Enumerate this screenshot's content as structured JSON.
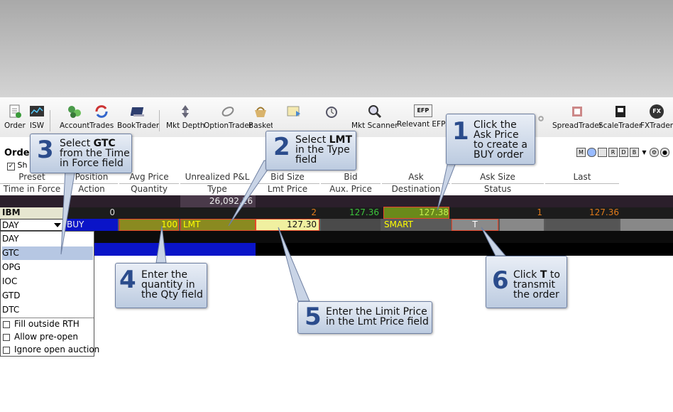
{
  "toolbar": {
    "items": [
      {
        "label": "Order",
        "icon": "order-icon"
      },
      {
        "label": "ISW",
        "icon": "isw-icon"
      },
      {
        "label": "Account",
        "icon": "account-icon"
      },
      {
        "label": "Trades",
        "icon": "trades-icon"
      },
      {
        "label": "BookTrader",
        "icon": "booktrader-icon"
      },
      {
        "label": "Mkt Depth",
        "icon": "mkt-depth-icon"
      },
      {
        "label": "OptionTrader",
        "icon": "optiontrader-icon"
      },
      {
        "label": "Basket",
        "icon": "basket-icon"
      },
      {
        "label": "Mkt Scanner",
        "icon": "mkt-scanner-icon"
      },
      {
        "label": "Relevant EFPs",
        "icon": "efp-icon"
      },
      {
        "label": "SpreadTrader",
        "icon": "spreadtrader-icon"
      },
      {
        "label": "ScaleTrader",
        "icon": "scaletrader-icon"
      },
      {
        "label": "FXTrader",
        "icon": "fxtrader-icon"
      }
    ],
    "efp_badge": "EFP",
    "fx_badge": "FX"
  },
  "window": {
    "title": "Orde",
    "show_label": "Sh",
    "buttons": [
      "M",
      "R",
      "D",
      "B"
    ]
  },
  "headers": {
    "row1": [
      "Preset",
      "Position",
      "Avg Price",
      "Unrealized P&L",
      "Bid Size",
      "Bid",
      "Ask",
      "Ask Size",
      "Last"
    ],
    "row2": [
      "Time in Force",
      "Action",
      "Quantity",
      "Type",
      "Lmt Price",
      "Aux. Price",
      "Destination",
      "Status"
    ]
  },
  "grid": {
    "pnl": "26,092.16",
    "symbol": "IBM",
    "position": "0",
    "bid_size": "2",
    "bid": "127.36",
    "ask": "127.38",
    "ask_size": "1",
    "last": "127.36",
    "tif": "DAY",
    "action": "BUY",
    "quantity": "100",
    "type": "LMT",
    "lmt_price": "127.30",
    "destination": "SMART",
    "status": "T"
  },
  "dropdown": {
    "options": [
      "DAY",
      "GTC",
      "OPG",
      "IOC",
      "GTD",
      "DTC"
    ],
    "selected": "GTC",
    "checks": [
      "Fill outside RTH",
      "Allow pre-open",
      "Ignore open auction"
    ]
  },
  "callouts": {
    "c1": {
      "num": "1",
      "l1": "Click the",
      "l2": "Ask Price",
      "l3": "to create a",
      "l4": "BUY order"
    },
    "c2": {
      "num": "2",
      "l1a": "Select ",
      "l1b": "LMT",
      "l2": "in the Type",
      "l3": "field"
    },
    "c3": {
      "num": "3",
      "l1a": "Select ",
      "l1b": "GTC",
      "l2": "from the Time",
      "l3": "in Force field"
    },
    "c4": {
      "num": "4",
      "l1": "Enter the",
      "l2": "quantity in",
      "l3": "the Qty field"
    },
    "c5": {
      "num": "5",
      "l1": "Enter the Limit Price",
      "l2": "in the Lmt Price field"
    },
    "c6": {
      "num": "6",
      "l1a": "Click ",
      "l1b": "T",
      "l1c": " to",
      "l2": "transmit",
      "l3": "the order"
    }
  },
  "colors": {
    "grid_bg": "#000000",
    "bid_size": "#e07a1a",
    "bid": "#3cc43c",
    "ask": "#9cde3a",
    "buy_band": "#0a14c8",
    "highlight_border": "#e8462a",
    "callout_number": "#2b4c8c"
  }
}
